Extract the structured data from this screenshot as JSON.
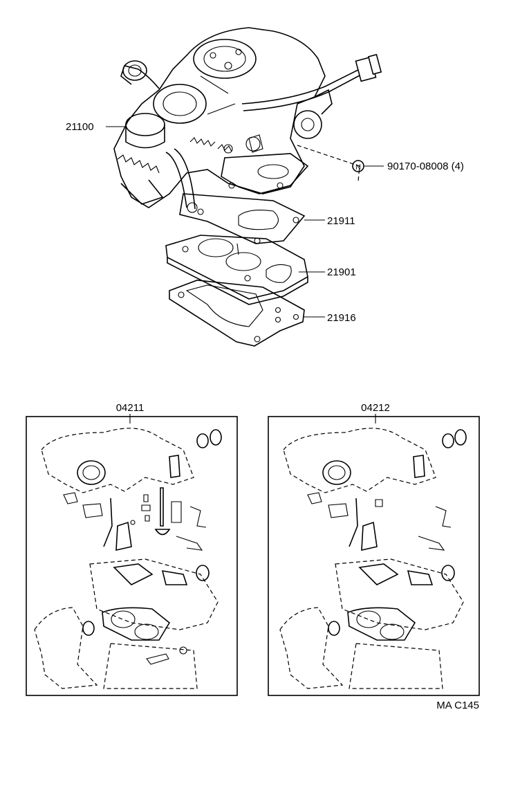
{
  "parts": {
    "carburetor_assy": "21100",
    "nut": "90170-08008 (4)",
    "nut_badge": "N",
    "gasket_upper": "21911",
    "insulator": "21901",
    "gasket_lower": "21916",
    "kit_left": "04211",
    "kit_right": "04212"
  },
  "figure_code": "MA C145"
}
